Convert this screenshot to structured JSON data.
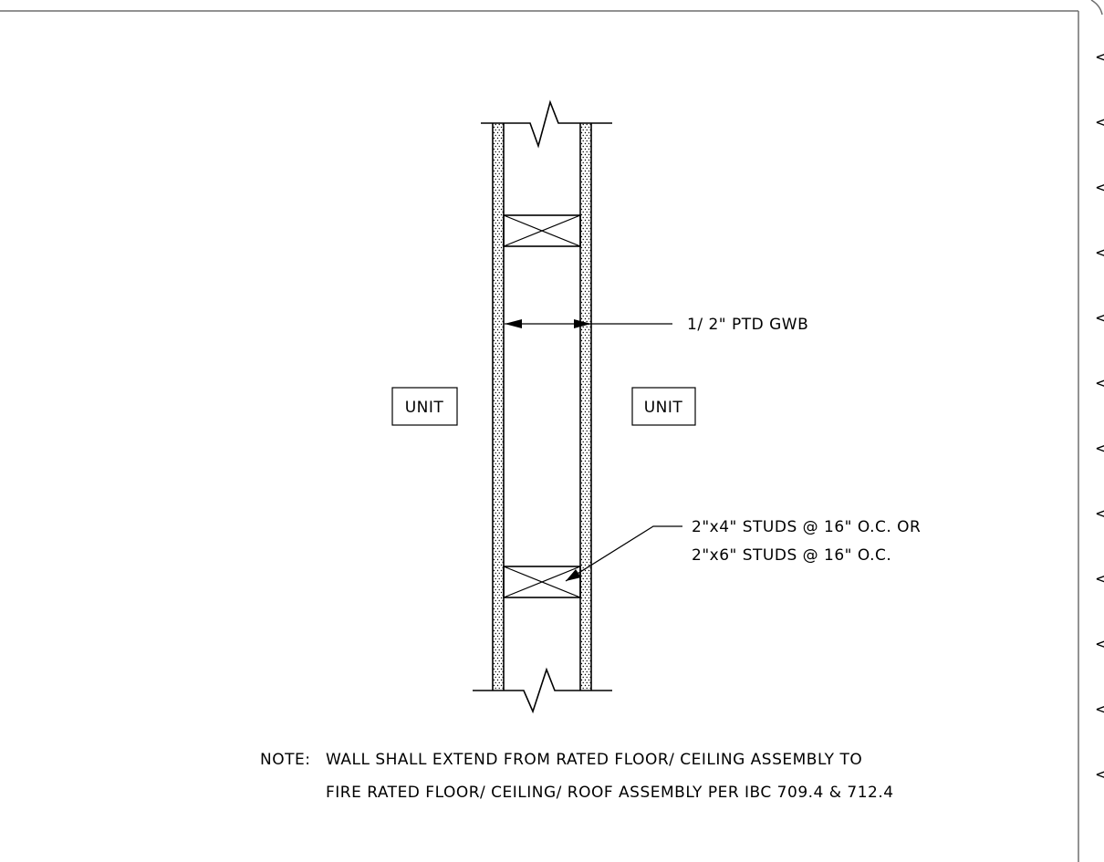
{
  "labels": {
    "unit_left": "UNIT",
    "unit_right": "UNIT",
    "gwb": "1/ 2\" PTD GWB",
    "studs_line1": "2\"x4\" STUDS @ 16\" O.C. OR",
    "studs_line2": "2\"x6\" STUDS @ 16\" O.C."
  },
  "note": {
    "prefix": "NOTE:",
    "line1": "WALL SHALL EXTEND FROM RATED FLOOR/ CEILING ASSEMBLY TO",
    "line2": "FIRE RATED FLOOR/ CEILING/ ROOF ASSEMBLY PER IBC 709.4 & 712.4"
  },
  "border_marks": {
    "count": 12,
    "glyph": "<"
  }
}
